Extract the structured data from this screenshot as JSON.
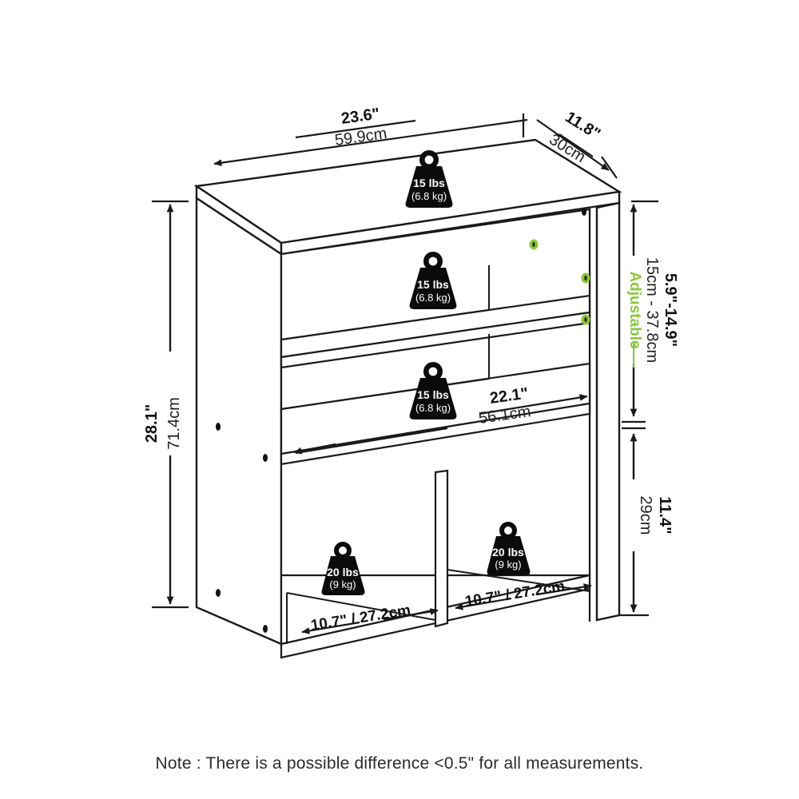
{
  "diagram": {
    "title": "Bookcase dimension diagram",
    "product_type": "3-tier bookcase with 2 bottom cubbies",
    "accent_color": "#8DC63F",
    "line_color": "#1a1a1a"
  },
  "dimensions": {
    "overall_width": {
      "inch": "23.6\"",
      "cm": "59.9cm"
    },
    "overall_depth": {
      "inch": "11.8\"",
      "cm": "30cm"
    },
    "overall_height": {
      "inch": "28.1\"",
      "cm": "71.4cm"
    },
    "adjustable_range": {
      "inch": "5.9\"-14.9\"",
      "cm": "15cm - 37.8cm",
      "label": "Adjustable"
    },
    "bottom_section_height": {
      "inch": "11.4\"",
      "cm": "29cm"
    },
    "interior_shelf_width": {
      "inch": "22.1\"",
      "cm": "56.1cm"
    },
    "cubby_width_left": "10.7\" / 27.2cm",
    "cubby_width_right": "10.7\" / 27.2cm"
  },
  "weight_labels": [
    {
      "id": "top-surface",
      "lbs": "15 lbs",
      "kg": "(6.8 kg)"
    },
    {
      "id": "shelf-upper",
      "lbs": "15 lbs",
      "kg": "(6.8 kg)"
    },
    {
      "id": "shelf-lower",
      "lbs": "15 lbs",
      "kg": "(6.8 kg)"
    },
    {
      "id": "cubby-left",
      "lbs": "20 lbs",
      "kg": "(9 kg)"
    },
    {
      "id": "cubby-right",
      "lbs": "20 lbs",
      "kg": "(9 kg)"
    }
  ],
  "footer": {
    "note": "Note : There is a possible difference <0.5\" for all measurements."
  }
}
